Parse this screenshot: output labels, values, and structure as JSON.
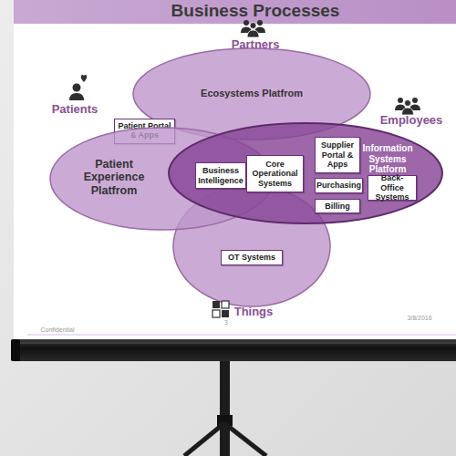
{
  "diagram": {
    "title": "Business Processes",
    "nodes": [
      {
        "text": [
          "Ecosystems Platfrom"
        ]
      },
      {
        "text": [
          "Patient Portal & Apps"
        ]
      },
      {
        "text": [
          "Patient Experience Platfrom"
        ]
      },
      {
        "text": [
          "Information Systems Platform"
        ]
      },
      {
        "text": [
          "Business Intelligence"
        ],
        "in": 3
      },
      {
        "text": [
          "Core Operational Systems"
        ],
        "in": 3
      },
      {
        "text": [
          "Supplier Portal & Apps"
        ],
        "in": 3
      },
      {
        "text": [
          "Purchasing"
        ],
        "in": 3
      },
      {
        "text": [
          "Billing"
        ],
        "in": 3
      },
      {
        "text": [
          "Back-Office Systems"
        ],
        "in": 3
      },
      {
        "text": [
          "OT Systems"
        ]
      }
    ],
    "labels": [
      "Partners",
      "Patients",
      "Employees",
      "Things",
      "Confidential",
      "3",
      "3/8/2016"
    ]
  }
}
